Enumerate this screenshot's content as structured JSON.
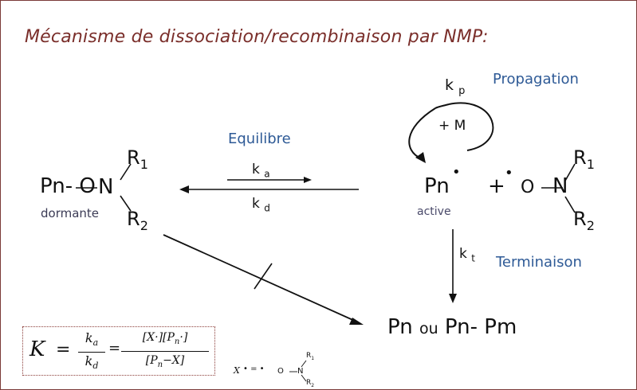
{
  "title": "Mécanisme de dissociation/recombinaison par NMP:",
  "labels": {
    "propagation": "Propagation",
    "equilibre": "Equilibre",
    "terminaison": "Terminaison",
    "dormante": "dormante",
    "active": "active",
    "plus_m": "+ M"
  },
  "rates": {
    "kp_k": "k",
    "kp_sub": "p",
    "ka_k": "k",
    "ka_sub": "a",
    "kd_k": "k",
    "kd_sub": "d",
    "kt_k": "k",
    "kt_sub": "t"
  },
  "species": {
    "pn_o": "Pn- O",
    "n": "N",
    "r1": "R",
    "r1_sub": "1",
    "r2": "R",
    "r2_sub": "2",
    "pn_active": "Pn",
    "radical_dot": "•",
    "plus": "+",
    "o": "O",
    "product_pn": "Pn",
    "product_ou": "ou",
    "product_pn2": "Pn-",
    "product_pm": "Pm"
  },
  "formula": {
    "K": "K",
    "eq": "=",
    "ka": "k",
    "ka_sub": "a",
    "kd": "k",
    "kd_sub": "d",
    "num": "[X·][P",
    "num_sub": "n",
    "num_end": "·]",
    "den": "[P",
    "den_sub": "n",
    "den_end": "−X]"
  },
  "small_formula": {
    "x": "X",
    "dot_eq": "• = •",
    "o": "O",
    "n": "N",
    "r1": "R",
    "r1_sub": "1",
    "r2": "R",
    "r2_sub": "2"
  },
  "colors": {
    "title": "#7a2e2a",
    "blue_label": "#2e5a96",
    "border": "#7a3a37"
  }
}
